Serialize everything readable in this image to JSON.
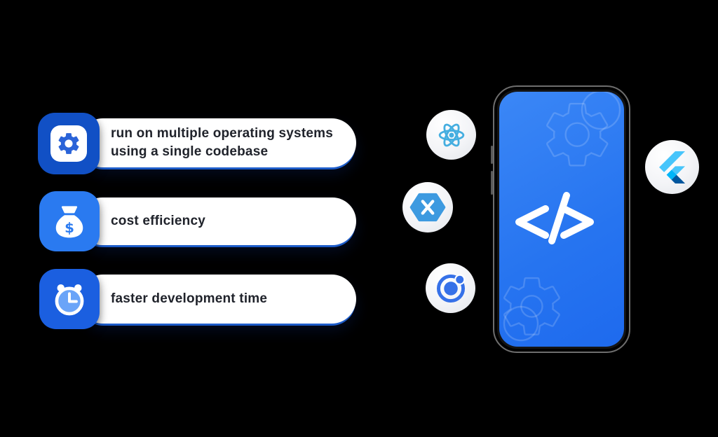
{
  "slide": {
    "benefits": [
      {
        "icon": "gear-icon",
        "text": "run on multiple operating systems using a single codebase"
      },
      {
        "icon": "money-bag-icon",
        "symbol": "$",
        "text": "cost efficiency"
      },
      {
        "icon": "alarm-clock-icon",
        "text": "faster development time"
      }
    ],
    "phone": {
      "code_symbol": "</>"
    },
    "frameworks": [
      {
        "icon": "react-icon",
        "name": "React"
      },
      {
        "icon": "xamarin-icon",
        "name": "Xamarin"
      },
      {
        "icon": "ionic-icon",
        "name": "Ionic"
      },
      {
        "icon": "flutter-icon",
        "name": "Flutter"
      }
    ],
    "colors": {
      "background": "#000000",
      "tile_blue_1": "#1150c5",
      "tile_blue_2": "#2a7af0",
      "tile_blue_3": "#1b5fe0",
      "pill_background": "#ffffff",
      "pill_edge_blue": "#1d5cc9",
      "text_dark": "#20232b",
      "phone_screen_blue": "#2b7cf2",
      "react_blue": "#45aee0",
      "xamarin_blue": "#3d9ae0",
      "ionic_blue": "#3671e8",
      "flutter_light_blue": "#47C5FB",
      "flutter_mid_blue": "#00B5F8",
      "flutter_navy": "#00569E"
    }
  }
}
